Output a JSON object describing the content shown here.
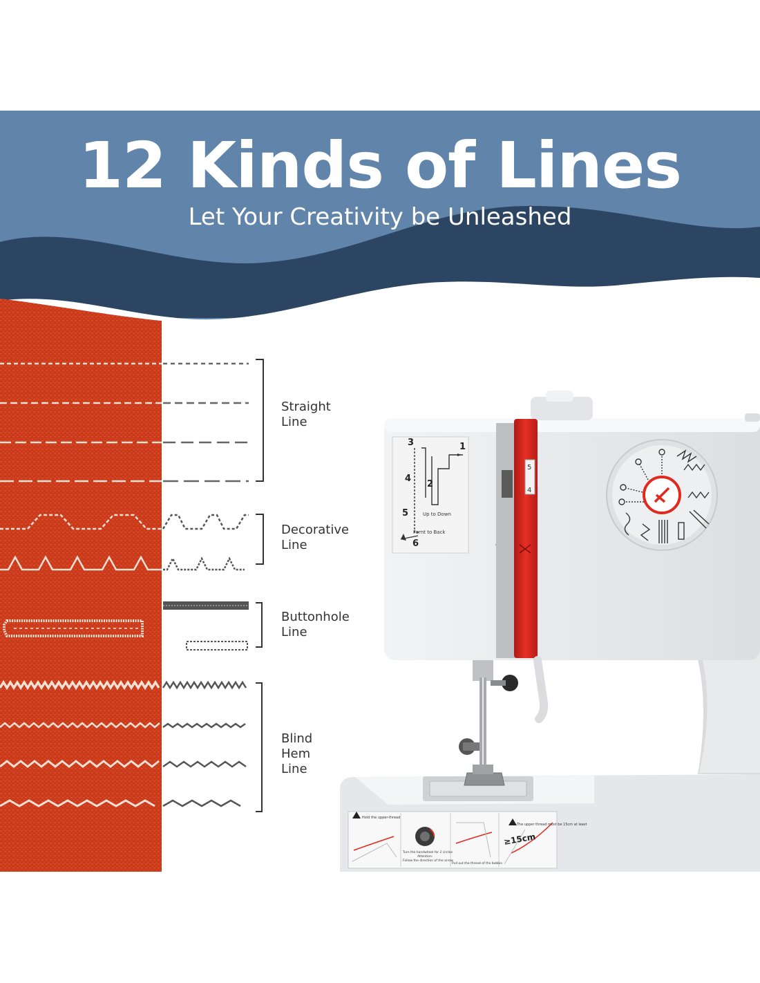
{
  "header": {
    "title": "12 Kinds of Lines",
    "subtitle": "Let Your Creativity be Unleashed"
  },
  "categories": [
    {
      "lines": [
        "Straight",
        "Line"
      ]
    },
    {
      "lines": [
        "Decorative",
        "Line"
      ]
    },
    {
      "lines": [
        "Buttonhole",
        "Line"
      ]
    },
    {
      "lines": [
        "Blind",
        "Hem",
        "Line"
      ]
    }
  ],
  "threading_guide": {
    "steps": [
      "1",
      "2",
      "3",
      "4",
      "5",
      "6"
    ],
    "up_to_down": "Up to Down",
    "front_to_back": "Fornt to Back",
    "side_number": "4"
  },
  "bobbin_decal": {
    "hold_thread": "Hold the upper-thread",
    "turn_handwheel": "Turn the handwheel for 2 circles",
    "attention": "Attention:",
    "follow_arrow": "Follow the direction of the arrow",
    "pull_out": "Pull out the thread of the bobbin",
    "upper_thread": "The upper thread must be 15cm at least",
    "length": "≥15cm"
  },
  "colors": {
    "banner_blue": "#6084aa",
    "banner_navy": "#2c4563",
    "fabric_red": "#d2401f",
    "machine_red": "#e02a1e",
    "machine_white": "#ecedef"
  }
}
